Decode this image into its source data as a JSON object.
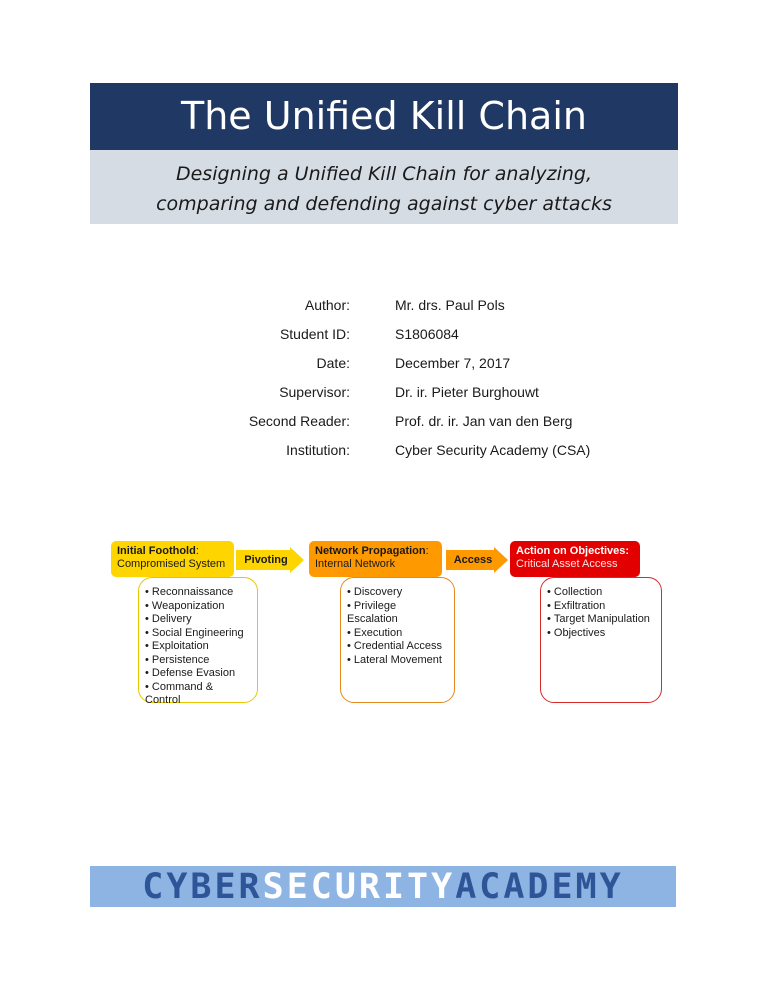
{
  "document": {
    "title": "The Unified Kill Chain",
    "subtitle_line1": "Designing a Unified Kill Chain for analyzing,",
    "subtitle_line2": "comparing and defending against cyber attacks"
  },
  "metadata": [
    {
      "label": "Author:",
      "value": "Mr. drs. Paul Pols"
    },
    {
      "label": "Student ID:",
      "value": "S1806084"
    },
    {
      "label": "Date:",
      "value": "December 7, 2017"
    },
    {
      "label": "Supervisor:",
      "value": "Dr. ir. Pieter Burghouwt"
    },
    {
      "label": "Second Reader:",
      "value": "Prof. dr. ir. Jan van den Berg"
    },
    {
      "label": "Institution:",
      "value": "Cyber Security Academy (CSA)"
    }
  ],
  "diagram": {
    "stages": [
      {
        "title": "Initial Foothold",
        "title_suffix": ":",
        "subtitle": "Compromised System",
        "color": "#ffd500",
        "items": [
          "Reconnaissance",
          "Weaponization",
          "Delivery",
          "Social Engineering",
          "Exploitation",
          "Persistence",
          "Defense Evasion",
          "Command & Control"
        ]
      },
      {
        "title": "Network Propagation",
        "title_suffix": ":",
        "subtitle": "Internal Network",
        "color": "#ff9900",
        "items": [
          "Discovery",
          "Privilege Escalation",
          "Execution",
          "Credential Access",
          "Lateral Movement"
        ]
      },
      {
        "title": "Action on Objectives:",
        "title_suffix": "",
        "subtitle": "Critical Asset Access",
        "color": "#e30000",
        "items": [
          "Collection",
          "Exfiltration",
          "Target Manipulation",
          "Objectives"
        ]
      }
    ],
    "transitions": [
      {
        "label": "Pivoting"
      },
      {
        "label": "Access"
      }
    ]
  },
  "branding": {
    "word1": "CYBER",
    "word2": "SECURITY",
    "word3": "ACADEMY",
    "background": "#8eb4e3"
  }
}
